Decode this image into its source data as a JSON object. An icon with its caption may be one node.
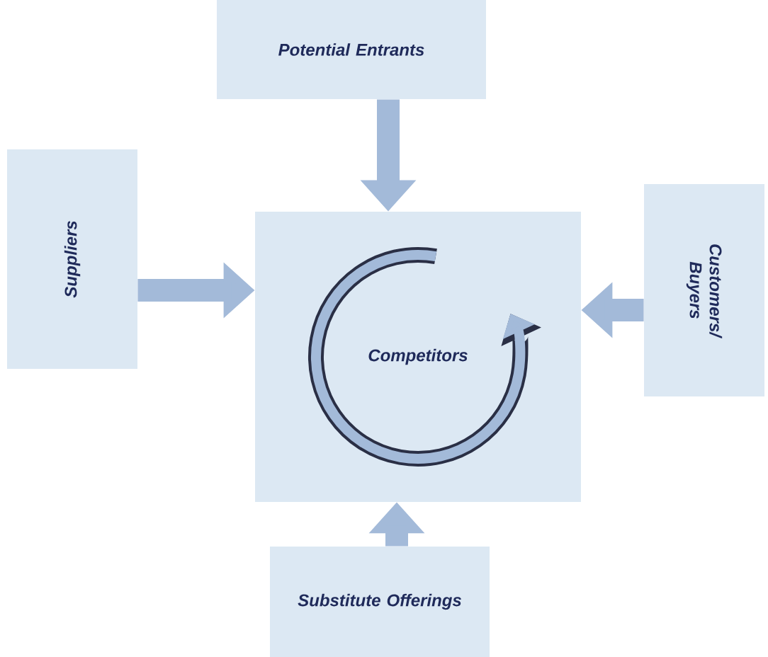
{
  "diagram": {
    "nodes": [
      {
        "text": [
          "Potential Entrants"
        ]
      },
      {
        "text": [
          "Suppliers"
        ]
      },
      {
        "text": [
          "Competitors"
        ]
      },
      {
        "text": [
          "Customers/ Buyers"
        ]
      },
      {
        "text": [
          "Substitute Offerings"
        ]
      }
    ],
    "edges": [
      {
        "from": 0,
        "to": 2,
        "arrow": "to"
      },
      {
        "from": 1,
        "to": 2,
        "arrow": "to"
      },
      {
        "from": 3,
        "to": 2,
        "arrow": "to"
      },
      {
        "from": 4,
        "to": 2,
        "arrow": "to"
      }
    ]
  }
}
